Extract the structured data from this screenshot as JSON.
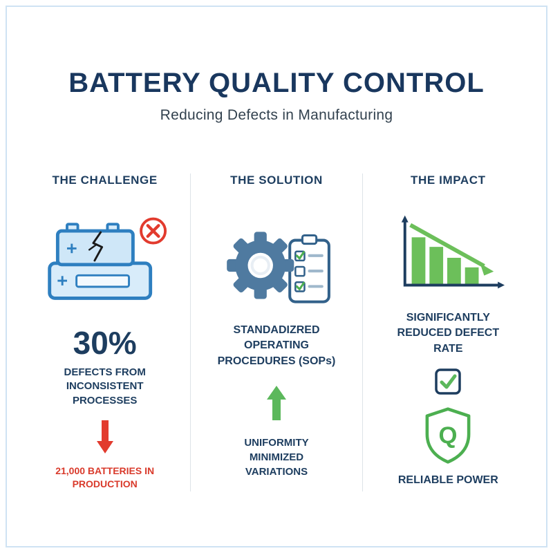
{
  "header": {
    "title": "BATTERY QUALITY CONTROL",
    "subtitle": "Reducing Defects in Manufacturing"
  },
  "columns": {
    "challenge": {
      "heading": "THE CHALLENGE",
      "stat": "30%",
      "stat_caption": "DEFECTS FROM INCONSISTENT PROCESSES",
      "footer": "21,000 BATTERIES IN PRODUCTION"
    },
    "solution": {
      "heading": "THE SOLUTION",
      "label": "STANDADIZRED OPERATING PROCEDURES (SOPs)",
      "footer": "UNIFORMITY MINIMIZED VARIATIONS"
    },
    "impact": {
      "heading": "THE IMPACT",
      "label": "SIGNIFICANTLY REDUCED DEFECT RATE",
      "shield_letter": "Q",
      "footer": "RELIABLE POWER"
    }
  },
  "icons": {
    "challenge": "cracked-battery-stack-with-error-badge",
    "solution": "gear-with-checklist",
    "impact": "declining-bar-chart, checkbox-check, quality-shield"
  },
  "colors": {
    "navy": "#1d3d5f",
    "red": "#d93a2b",
    "green": "#5cb85c",
    "blue": "#2e7fc0",
    "light_blue_fill": "#d8ecfa",
    "frame_border": "#cfe3f3"
  }
}
